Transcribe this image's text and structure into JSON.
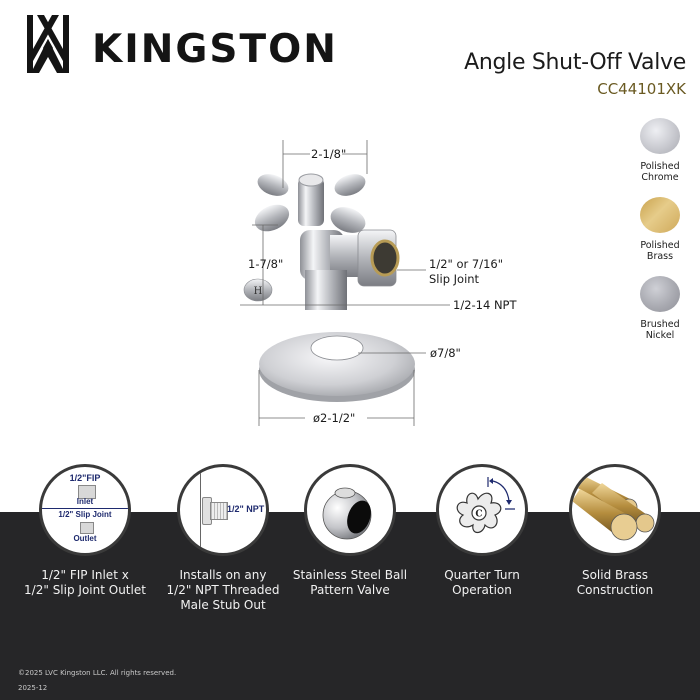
{
  "brand": {
    "name": "KINGSTON",
    "logo_icon": "kingston-monogram-icon"
  },
  "product": {
    "title": "Angle Shut-Off Valve",
    "sku": "CC44101XK",
    "sku_color": "#6a5a22"
  },
  "finishes": [
    {
      "name_line1": "Polished",
      "name_line2": "Chrome",
      "color": "#c8c9cf"
    },
    {
      "name_line1": "Polished",
      "name_line2": "Brass",
      "color": "#d9b76a"
    },
    {
      "name_line1": "Brushed",
      "name_line2": "Nickel",
      "color": "#a9aab1"
    }
  ],
  "dimensions": {
    "width": "2-1/8\"",
    "height": "1-7/8\"",
    "outlet": "1/2\" or 7/16\"",
    "outlet_type": "Slip Joint",
    "inlet": "1/2-14 NPT",
    "flange_hole": "ø7/8\"",
    "flange_diameter": "ø2-1/2\""
  },
  "features": [
    {
      "icon": "fip-inlet-slip-outlet-icon",
      "icon_labels": {
        "top": "1/2\"FIP",
        "inlet": "Inlet",
        "mid": "1/2\" Slip Joint",
        "outlet": "Outlet"
      },
      "caption_line1": "1/2\" FIP Inlet x",
      "caption_line2": "1/2\" Slip Joint Outlet",
      "caption_line3": ""
    },
    {
      "icon": "npt-stub-out-icon",
      "icon_labels": {
        "npt": "1/2\" NPT"
      },
      "caption_line1": "Installs on any",
      "caption_line2": "1/2\" NPT Threaded",
      "caption_line3": "Male Stub Out"
    },
    {
      "icon": "steel-ball-icon",
      "caption_line1": "Stainless Steel Ball",
      "caption_line2": "Pattern Valve",
      "caption_line3": ""
    },
    {
      "icon": "quarter-turn-handle-icon",
      "icon_labels": {
        "handle": "C"
      },
      "caption_line1": "Quarter Turn Operation",
      "caption_line2": "",
      "caption_line3": ""
    },
    {
      "icon": "brass-rods-icon",
      "caption_line1": "Solid Brass",
      "caption_line2": "Construction",
      "caption_line3": ""
    }
  ],
  "footer": {
    "copyright": "©2025 LVC Kingston LLC.  All rights reserved.",
    "version": "2025-12"
  },
  "colors": {
    "band": "#262628",
    "icon_navy": "#1e2a6e"
  }
}
